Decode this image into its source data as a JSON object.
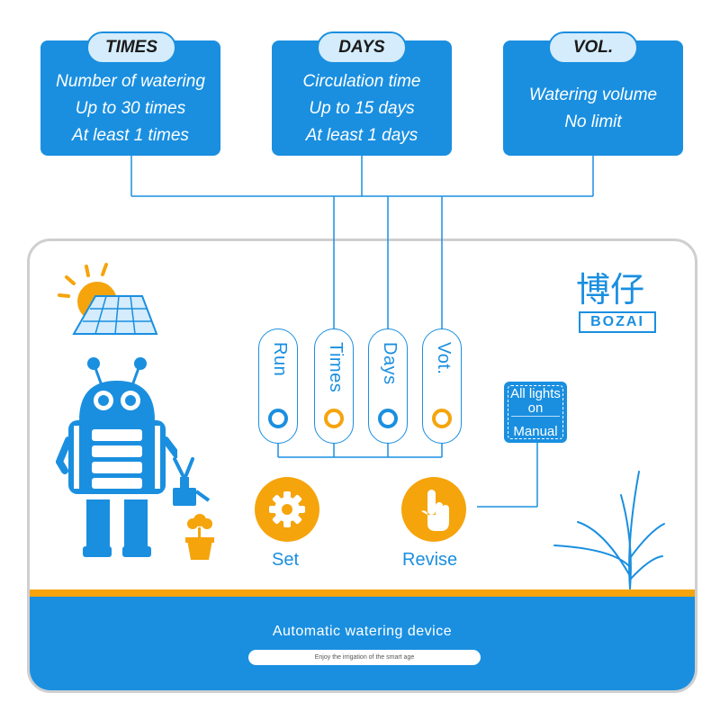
{
  "specs": [
    {
      "title": "TIMES",
      "lines": [
        "Number of watering",
        "Up to 30 times",
        "At least 1 times"
      ]
    },
    {
      "title": "DAYS",
      "lines": [
        "Circulation time",
        "Up to 15 days",
        "At least 1 days"
      ]
    },
    {
      "title": "VOL.",
      "lines": [
        "Watering volume",
        "No limit"
      ]
    }
  ],
  "device": {
    "tabs": [
      {
        "label": "Run",
        "indicator": "blue"
      },
      {
        "label": "Times",
        "indicator": "orange"
      },
      {
        "label": "Days",
        "indicator": "blue"
      },
      {
        "label": "Vot.",
        "indicator": "orange"
      }
    ],
    "set_label": "Set",
    "revise_label": "Revise",
    "manual": {
      "line1": "All lights",
      "line2": "on",
      "line3": "Manual"
    },
    "brand": {
      "chinese": "博仔",
      "latin": "BOZAI"
    },
    "title": "Automatic watering device",
    "slogan": "Enjoy the irrigation of the smart age"
  },
  "icons": {
    "sun": "sun-icon",
    "solar_panel": "solar-panel-icon",
    "robot": "robot-icon",
    "plant": "potted-flower-icon",
    "gear": "gear-icon",
    "hand": "pointing-hand-icon",
    "grass": "grass-icon"
  },
  "colors": {
    "primary_blue": "#1a8fe0",
    "accent_orange": "#f5a40c",
    "pill_fill": "#d4ecfb"
  }
}
